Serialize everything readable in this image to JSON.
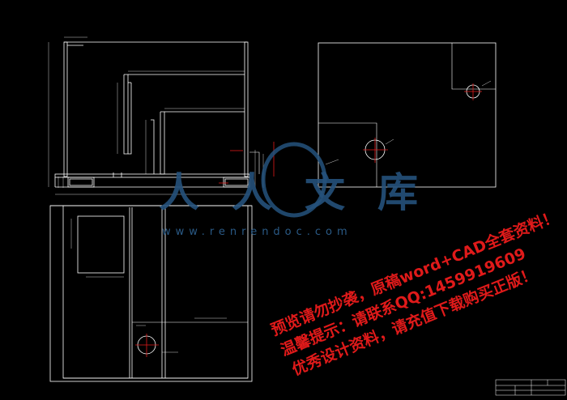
{
  "watermark": {
    "logo_text": "人人文库",
    "url_text": "www.renrendoc.com",
    "line1": "预览请勿抄袭，原稿word+CAD全套资料！",
    "line2": "温馨提示：请联系QQ:1459919609",
    "line3": "优秀设计资料，请充值下载购买正版！"
  },
  "colors": {
    "background": "#000000",
    "linework": "#ffffff",
    "dimension": "#ffffff",
    "centerline": "#e01a1a",
    "watermark_red": "#e01a1a",
    "logo_blue": "#25527c"
  }
}
